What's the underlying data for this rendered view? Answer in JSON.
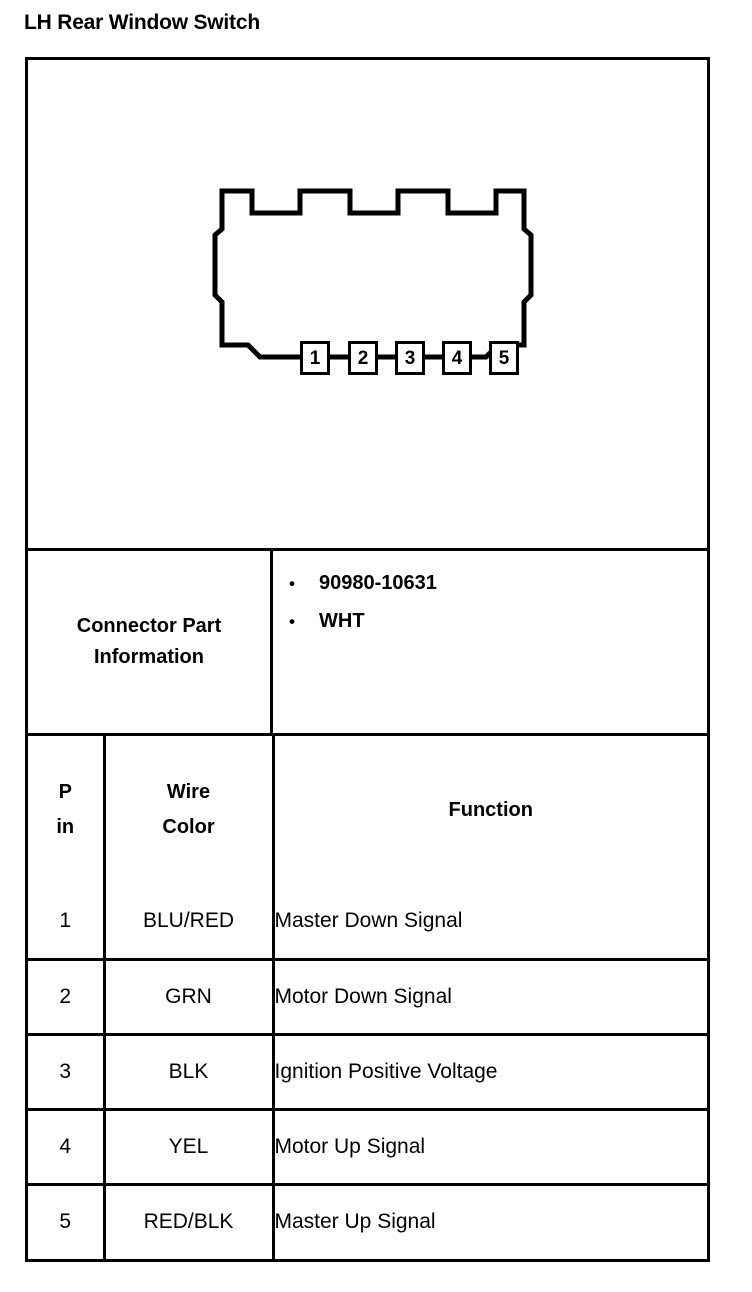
{
  "page": {
    "title": "LH Rear Window Switch"
  },
  "diagram": {
    "name": "connector-pinout-diagram",
    "pin_count": 5,
    "pin_labels": [
      "1",
      "2",
      "3",
      "4",
      "5"
    ],
    "outline_color": "#000000",
    "fill_color": "#ffffff"
  },
  "connector_info": {
    "label": "Connector Part Information",
    "bullet_glyph": "•",
    "items": [
      "90980-10631",
      "WHT"
    ]
  },
  "pin_table": {
    "headers": {
      "pin_line1": "P",
      "pin_line2": "in",
      "wire_line1": "Wire",
      "wire_line2": "Color",
      "function": "Function"
    },
    "rows": [
      {
        "pin": "1",
        "wire_color": "BLU/RED",
        "function": "Master Down Signal"
      },
      {
        "pin": "2",
        "wire_color": "GRN",
        "function": "Motor Down Signal"
      },
      {
        "pin": "3",
        "wire_color": "BLK",
        "function": "Ignition Positive Voltage"
      },
      {
        "pin": "4",
        "wire_color": "YEL",
        "function": "Motor Up Signal"
      },
      {
        "pin": "5",
        "wire_color": "RED/BLK",
        "function": "Master Up Signal"
      }
    ]
  }
}
